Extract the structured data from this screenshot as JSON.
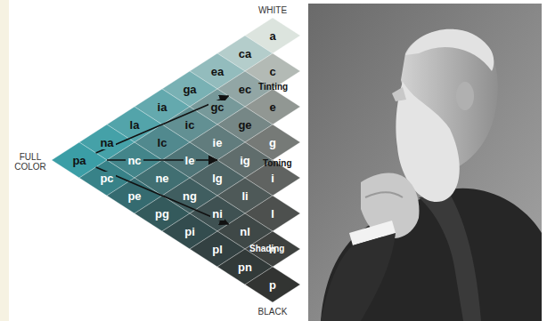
{
  "diagram": {
    "nodes": [
      {
        "text": [
          "a"
        ]
      },
      {
        "text": [
          "ca"
        ]
      },
      {
        "text": [
          "ea"
        ]
      },
      {
        "text": [
          "c"
        ]
      },
      {
        "text": [
          "ga"
        ]
      },
      {
        "text": [
          "ec"
        ]
      },
      {
        "text": [
          "ia"
        ]
      },
      {
        "text": [
          "gc"
        ]
      },
      {
        "text": [
          "e"
        ]
      },
      {
        "text": [
          "la"
        ]
      },
      {
        "text": [
          "ic"
        ]
      },
      {
        "text": [
          "ge"
        ]
      },
      {
        "text": [
          "na"
        ]
      },
      {
        "text": [
          "lc"
        ]
      },
      {
        "text": [
          "ie"
        ]
      },
      {
        "text": [
          "g"
        ]
      },
      {
        "text": [
          "pa"
        ]
      },
      {
        "text": [
          "nc"
        ]
      },
      {
        "text": [
          "le"
        ]
      },
      {
        "text": [
          "ig"
        ]
      },
      {
        "text": [
          "pc"
        ]
      },
      {
        "text": [
          "ne"
        ]
      },
      {
        "text": [
          "lg"
        ]
      },
      {
        "text": [
          "i"
        ]
      },
      {
        "text": [
          "pe"
        ]
      },
      {
        "text": [
          "ng"
        ]
      },
      {
        "text": [
          "li"
        ]
      },
      {
        "text": [
          "pg"
        ]
      },
      {
        "text": [
          "ni"
        ]
      },
      {
        "text": [
          "l"
        ]
      },
      {
        "text": [
          "pi"
        ]
      },
      {
        "text": [
          "nl"
        ]
      },
      {
        "text": [
          "pl"
        ]
      },
      {
        "text": [
          "n"
        ]
      },
      {
        "text": [
          "pn"
        ]
      },
      {
        "text": [
          "p"
        ]
      }
    ],
    "edges": [
      {
        "from": 16,
        "to": 5,
        "arrow": "to",
        "label": "Tinting"
      },
      {
        "from": 16,
        "to": 19,
        "arrow": "to",
        "label": "Toning"
      },
      {
        "from": 16,
        "to": 31,
        "arrow": "to",
        "label": "Shading"
      }
    ],
    "labels": [
      "WHITE",
      "FULL COLOR",
      "BLACK"
    ]
  }
}
